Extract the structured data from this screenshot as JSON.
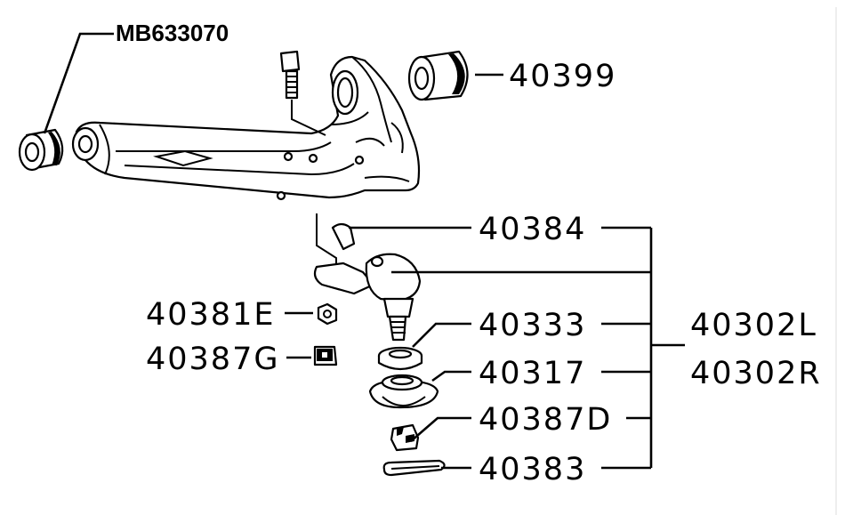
{
  "diagram": {
    "callouts": {
      "mb633070": "MB633070",
      "p40399": "40399",
      "p40384": "40384",
      "p40381e": "40381E",
      "p40387g": "40387G",
      "p40333": "40333",
      "p40317": "40317",
      "p40387d": "40387D",
      "p40383": "40383",
      "p40302l": "40302L",
      "p40302r": "40302R"
    }
  }
}
